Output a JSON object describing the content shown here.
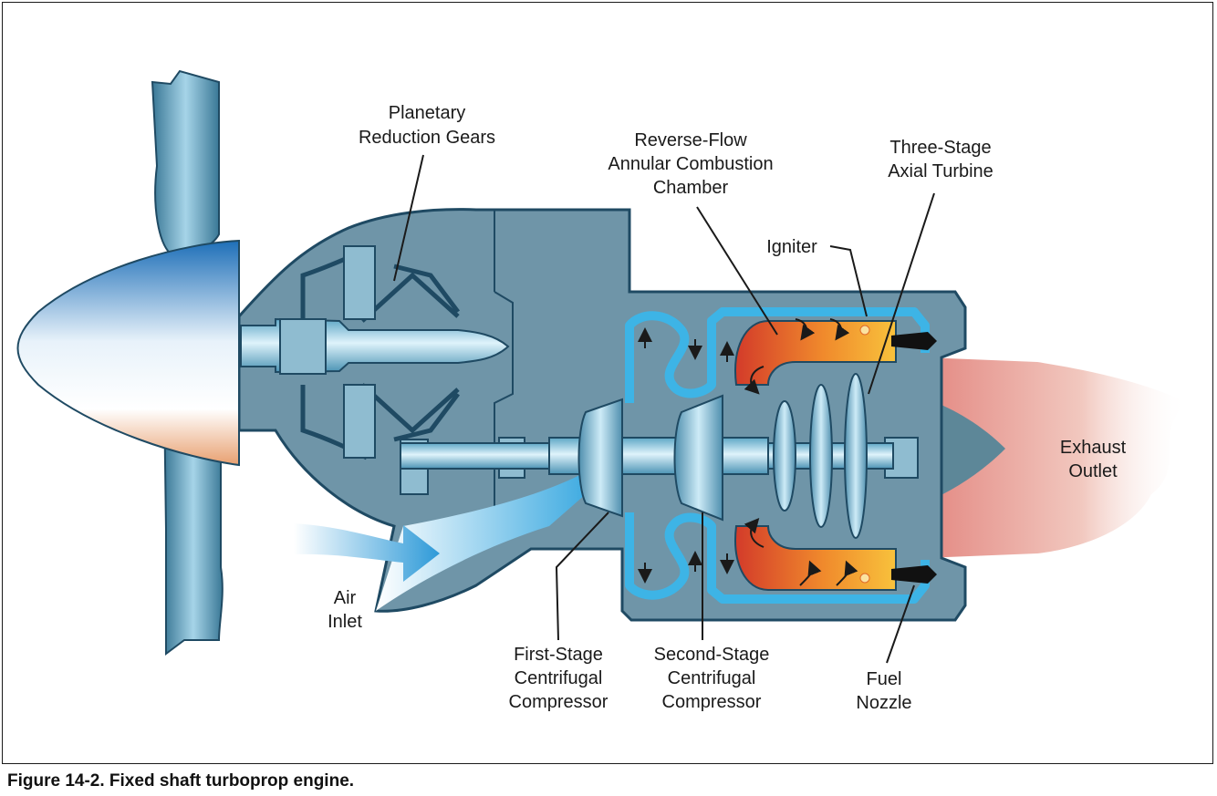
{
  "labels": {
    "planetary_line1": "Planetary",
    "planetary_line2": "Reduction Gears",
    "combustion_line1": "Reverse-Flow",
    "combustion_line2": "Annular Combustion",
    "combustion_line3": "Chamber",
    "turbine_line1": "Three-Stage",
    "turbine_line2": "Axial Turbine",
    "igniter": "Igniter",
    "exhaust_line1": "Exhaust",
    "exhaust_line2": "Outlet",
    "air_line1": "Air",
    "air_line2": "Inlet",
    "first_line1": "First-Stage",
    "first_line2": "Centrifugal",
    "first_line3": "Compressor",
    "second_line1": "Second-Stage",
    "second_line2": "Centrifugal",
    "second_line3": "Compressor",
    "fuel_line1": "Fuel",
    "fuel_line2": "Nozzle"
  },
  "caption": "Figure 14-2. Fixed shaft turboprop engine.",
  "colors": {
    "casing": "#6f95a8",
    "casing_dark": "#1f4a63",
    "shaft": "#a8d8ee",
    "duct": "#3db4e6",
    "combustion_hot": "#d9442a",
    "combustion_warm": "#f6a623",
    "exhaust": "#e9a49a",
    "spinner": "#1e6fb8"
  }
}
